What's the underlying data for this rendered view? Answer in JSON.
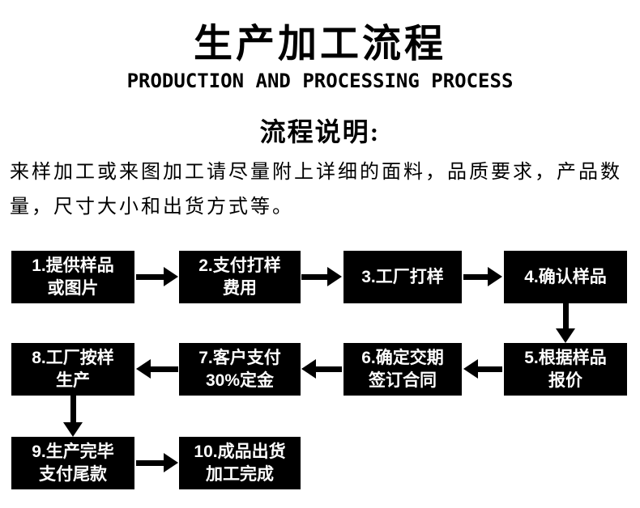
{
  "page": {
    "title": "生产加工流程",
    "subtitle": "PRODUCTION AND PROCESSING PROCESS",
    "section_heading": "流程说明:",
    "description": "来样加工或来图加工请尽量附上详细的面料，品质要求，产品数量，尺寸大小和出货方式等。"
  },
  "flowchart": {
    "box_background": "#000000",
    "box_text_color": "#ffffff",
    "steps": [
      {
        "label": "1.提供样品\n或图片"
      },
      {
        "label": "2.支付打样\n费用"
      },
      {
        "label": "3.工厂打样"
      },
      {
        "label": "4.确认样品"
      },
      {
        "label": "5.根据样品\n报价"
      },
      {
        "label": "6.确定交期\n签订合同"
      },
      {
        "label": "7.客户支付\n30%定金"
      },
      {
        "label": "8.工厂按样\n生产"
      },
      {
        "label": "9.生产完毕\n支付尾款"
      },
      {
        "label": "10.成品出货\n加工完成"
      }
    ]
  }
}
